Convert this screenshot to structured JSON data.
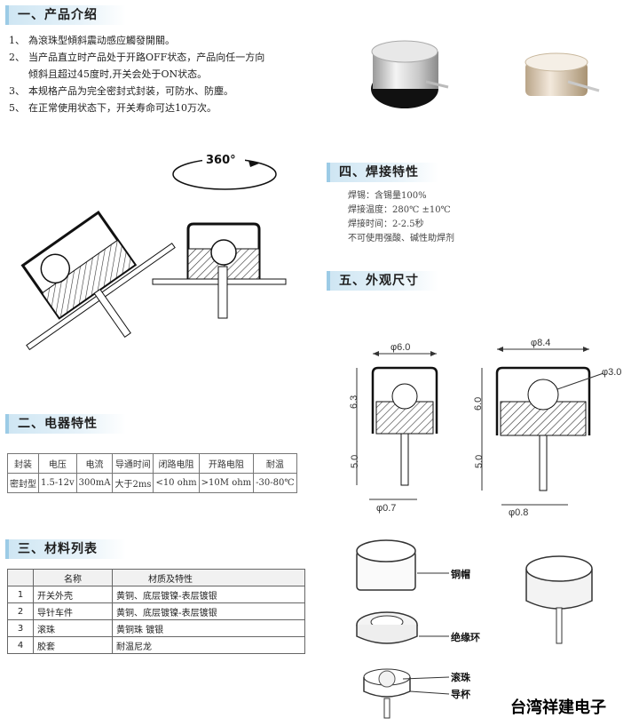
{
  "sections": {
    "intro": "一、产品介绍",
    "electrical": "二、电器特性",
    "materials": "三、材料列表",
    "welding": "四、焊接特性",
    "dimensions": "五、外观尺寸"
  },
  "intro_items": [
    {
      "num": "1、",
      "text": "為滾珠型傾斜震动感应觸發開關。"
    },
    {
      "num": "2、",
      "text": "当产品直立时产品处于开路OFF状态，产品向任一方向"
    },
    {
      "num": "",
      "text": "倾斜且超过45度时,开关会处于ON状态。"
    },
    {
      "num": "3、",
      "text": "本规格产品为完全密封式封装，可防水、防塵。"
    },
    {
      "num": "5、",
      "text": "在正常使用状态下，开关寿命可达10万次。"
    }
  ],
  "rotation_label": "360°",
  "welding_items": [
    "焊锡：含锡量100%",
    "焊接温度：280℃ ±10℃",
    "焊接时间：2-2.5秒",
    "不可使用强酸、碱性助焊剂"
  ],
  "electrical_table": {
    "headers": [
      "封装",
      "电压",
      "电流",
      "导通时间",
      "闭路电阻",
      "开路电阻",
      "耐温"
    ],
    "row": [
      "密封型",
      "1.5-12v",
      "300mA",
      "大于2ms",
      "<10 ohm",
      ">10M ohm",
      "-30-80℃"
    ]
  },
  "materials_table": {
    "headers": [
      "",
      "名称",
      "材质及特性"
    ],
    "rows": [
      [
        "1",
        "开关外壳",
        "黄铜、底层镀镍-表层镀银"
      ],
      [
        "2",
        "导针车件",
        "黄铜、底层镀镍-表层镀银"
      ],
      [
        "3",
        "滚珠",
        "黄铜珠 镀银"
      ],
      [
        "4",
        "胶套",
        "耐温尼龙"
      ]
    ]
  },
  "dimensions": {
    "small": {
      "width": "φ6.0",
      "height": "6.3",
      "pin_length": "5.0",
      "pin_dia": "φ0.7"
    },
    "large": {
      "width": "φ8.4",
      "ball": "φ3.0",
      "height": "6.0",
      "pin_length": "5.0",
      "pin_dia": "φ0.8"
    }
  },
  "part_labels": [
    "铜帽",
    "绝缘环",
    "滚珠",
    "导杯"
  ],
  "brand": "台湾祥建电子",
  "colors": {
    "section_bg": "#cfe6f3",
    "section_border": "#9ccbe6"
  }
}
